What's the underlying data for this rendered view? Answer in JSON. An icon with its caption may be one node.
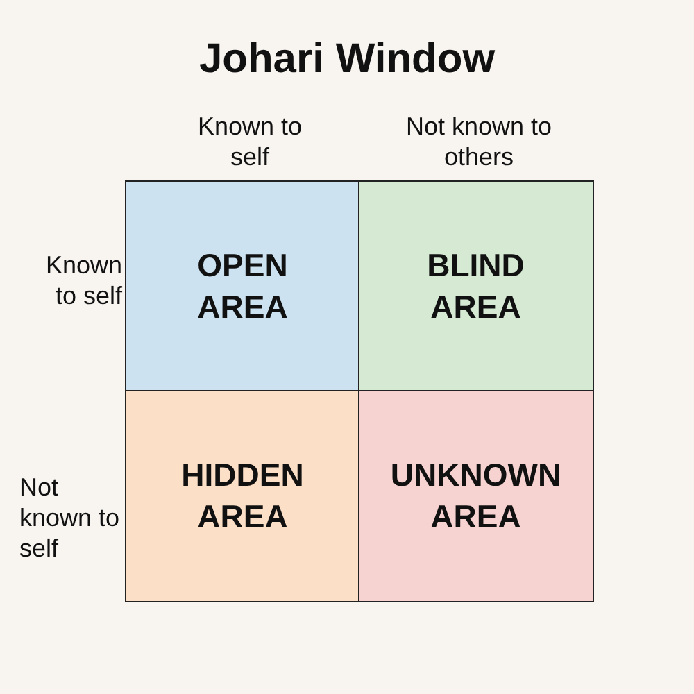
{
  "diagram": {
    "title": "Johari Window",
    "nodes": [
      {
        "text": [
          "OPEN AREA"
        ]
      },
      {
        "text": [
          "BLIND AREA"
        ]
      },
      {
        "text": [
          "HIDDEN AREA"
        ]
      },
      {
        "text": [
          "UNKNOWN AREA"
        ]
      }
    ],
    "labels": [
      "Known to self",
      "Not known to others",
      "Known to self",
      "Not known to self"
    ]
  }
}
